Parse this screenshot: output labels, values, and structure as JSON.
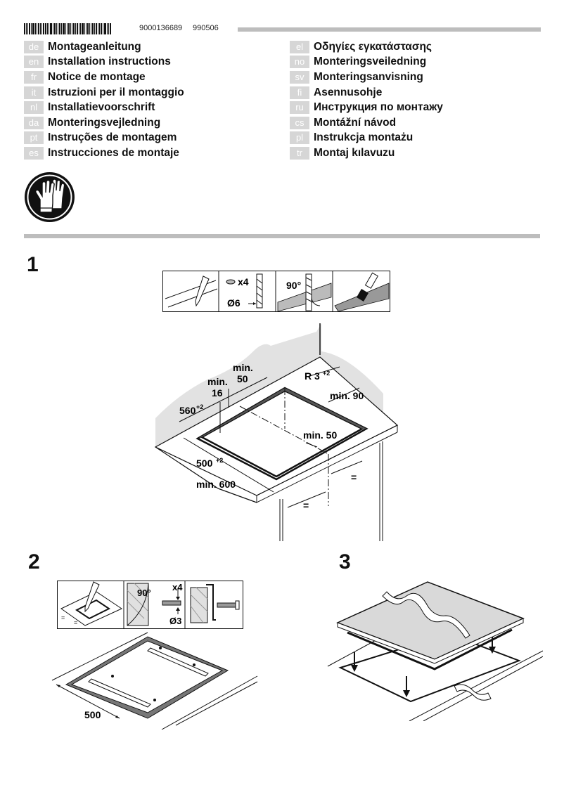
{
  "header": {
    "doc_number": "9000136689",
    "doc_code": "990506"
  },
  "languages_left": [
    {
      "code": "de",
      "title": "Montageanleitung"
    },
    {
      "code": "en",
      "title": "Installation instructions"
    },
    {
      "code": "fr",
      "title": "Notice de montage"
    },
    {
      "code": "it",
      "title": "Istruzioni per il montaggio"
    },
    {
      "code": "nl",
      "title": "Installatievoorschrift"
    },
    {
      "code": "da",
      "title": "Monteringsvejledning"
    },
    {
      "code": "pt",
      "title": "Instruções de montagem"
    },
    {
      "code": "es",
      "title": "Instrucciones de montaje"
    }
  ],
  "languages_right": [
    {
      "code": "el",
      "title": "Οδηγίες εγκατάστασης"
    },
    {
      "code": "no",
      "title": "Monteringsveiledning"
    },
    {
      "code": "sv",
      "title": "Monteringsanvisning"
    },
    {
      "code": "fi",
      "title": "Asennusohje"
    },
    {
      "code": "ru",
      "title": "Инструкция по монтажу"
    },
    {
      "code": "cs",
      "title": "Montážní návod"
    },
    {
      "code": "pl",
      "title": "Instrukcja montażu"
    },
    {
      "code": "tr",
      "title": "Montaj kılavuzu"
    }
  ],
  "icons": {
    "safety": "gloves-icon"
  },
  "steps": {
    "step1": {
      "number": "1",
      "tools": {
        "quantity": "x4",
        "diameter": "Ø6",
        "angle": "90°"
      },
      "dims": {
        "min50_top_a": "min.",
        "min50_top_b": "50",
        "min16_a": "min.",
        "min16_b": "16",
        "radius": "R 3",
        "radius_tol": "+2",
        "min90": "min. 90",
        "depth": "560",
        "depth_tol": "+2",
        "min50_right": "min. 50",
        "width": "500",
        "width_tol": "+2",
        "min600": "min. 600",
        "equal": "="
      }
    },
    "step2": {
      "number": "2",
      "tools": {
        "angle": "90°",
        "quantity": "x4",
        "diameter": "Ø3",
        "equal": "="
      },
      "dims": {
        "width": "500"
      }
    },
    "step3": {
      "number": "3"
    }
  },
  "colors": {
    "rule_gray": "#bdbdbd",
    "lang_code_bg": "#d6d6d6",
    "hob_gray": "#d9d9d9"
  }
}
